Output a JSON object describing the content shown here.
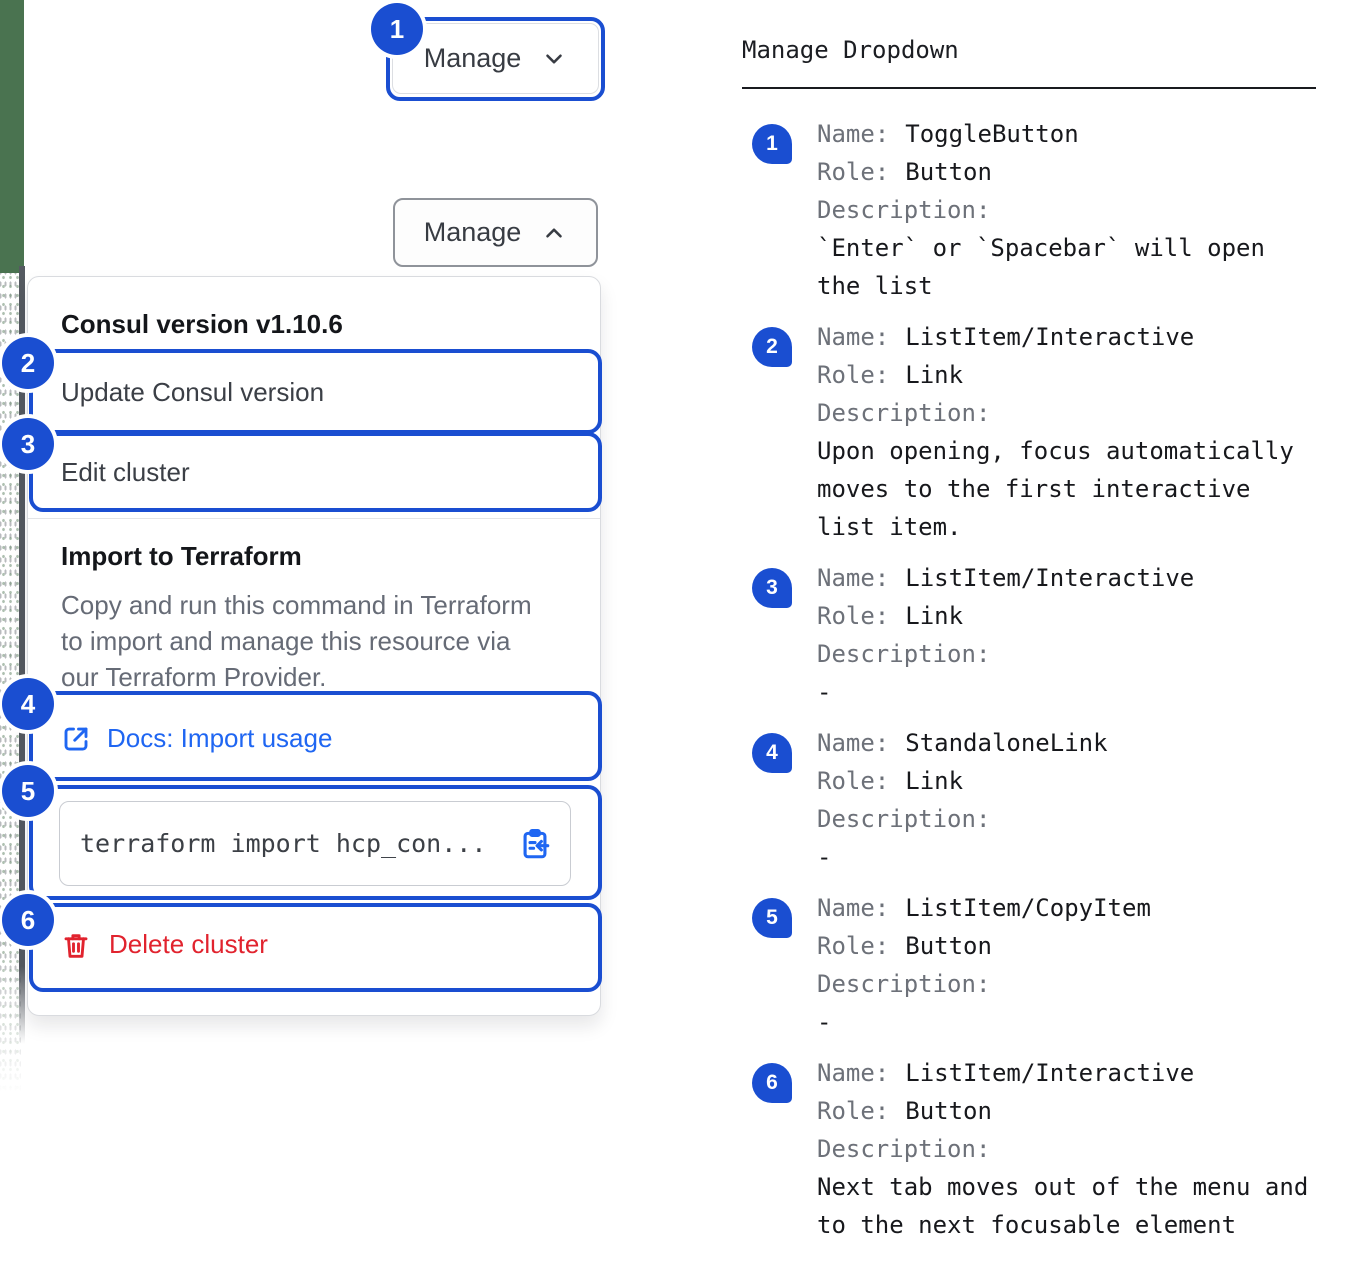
{
  "colors": {
    "accent": "#1a4ed1",
    "link": "#1f66f2",
    "danger": "#e1232e",
    "edgeGreen": "#4a7350"
  },
  "badges": [
    "1",
    "2",
    "3",
    "4",
    "5",
    "6"
  ],
  "toggle": {
    "label": "Manage",
    "closed_icon": "chevron-down",
    "open_icon": "chevron-up"
  },
  "dropdown": {
    "version_header": "Consul version v1.10.6",
    "update_label": "Update Consul version",
    "edit_label": "Edit cluster",
    "import_title": "Import to Terraform",
    "import_description": [
      "Copy and run this command in Terraform",
      "to import and manage this resource via",
      "our Terraform Provider."
    ],
    "docs_link_label": "Docs: Import usage",
    "docs_link_icon": "external-link",
    "terraform_command": "terraform import hcp_con...",
    "copy_icon": "clipboard-arrow",
    "delete_label": "Delete cluster",
    "delete_icon": "trash"
  },
  "annotations": {
    "title": "Manage Dropdown",
    "labels": {
      "name": "Name:",
      "role": "Role:",
      "description": "Description:"
    },
    "items": [
      {
        "name": "ToggleButton",
        "role": "Button",
        "desc": [
          "`Enter` or `Spacebar` will open",
          "the list"
        ]
      },
      {
        "name": "ListItem/Interactive",
        "role": "Link",
        "desc": [
          "Upon opening, focus automatically",
          "moves to the first interactive",
          "list item."
        ]
      },
      {
        "name": "ListItem/Interactive",
        "role": "Link",
        "desc": [
          "-"
        ]
      },
      {
        "name": "StandaloneLink",
        "role": "Link",
        "desc": [
          "-"
        ]
      },
      {
        "name": "ListItem/CopyItem",
        "role": "Button",
        "desc": [
          "-"
        ]
      },
      {
        "name": "ListItem/Interactive",
        "role": "Button",
        "desc": [
          "Next tab moves out of the menu and",
          "to the next focusable element"
        ]
      }
    ]
  }
}
